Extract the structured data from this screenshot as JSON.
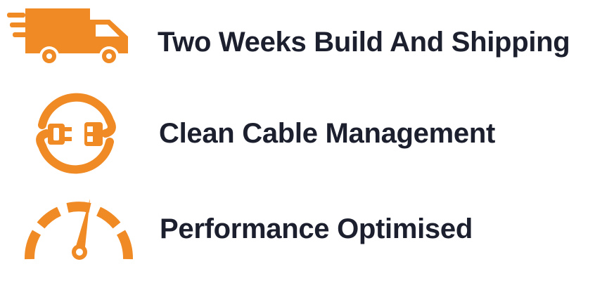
{
  "colors": {
    "accent": "#f08a24",
    "text": "#1c1f2e"
  },
  "features": [
    {
      "icon": "delivery-truck-icon",
      "label": "Two Weeks Build And Shipping"
    },
    {
      "icon": "cable-plug-icon",
      "label": "Clean Cable Management"
    },
    {
      "icon": "speedometer-gauge-icon",
      "label": "Performance Optimised"
    }
  ]
}
